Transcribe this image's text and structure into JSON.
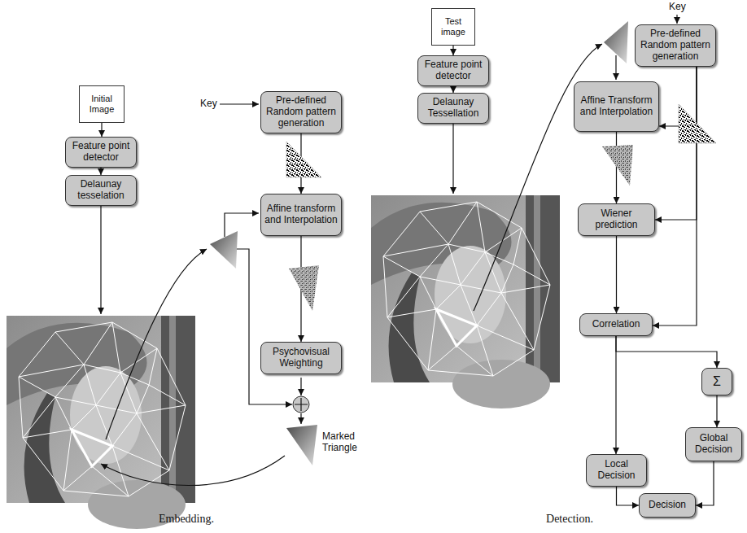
{
  "diagram": {
    "nodes": [
      {
        "text": [
          "Initial Image"
        ]
      },
      {
        "text": [
          "Feature point detector"
        ]
      },
      {
        "text": [
          "Delaunay tesselation"
        ]
      },
      {
        "text": [
          "Pre-defined Random pattern generation"
        ]
      },
      {
        "text": [
          "Affine transform and Interpolation"
        ]
      },
      {
        "text": [
          "Psychovisual Weighting"
        ]
      },
      {
        "text": [
          "Test image"
        ]
      },
      {
        "text": [
          "Feature point detector"
        ]
      },
      {
        "text": [
          "Delaunay Tessellation"
        ]
      },
      {
        "text": [
          "Pre-defined Random pattern generation"
        ]
      },
      {
        "text": [
          "Affine Transform and Interpolation"
        ]
      },
      {
        "text": [
          "Wiener prediction"
        ]
      },
      {
        "text": [
          "Correlation"
        ]
      },
      {
        "text": [
          "Σ"
        ]
      },
      {
        "text": [
          "Local Decision"
        ]
      },
      {
        "text": [
          "Global Decision"
        ]
      },
      {
        "text": [
          "Decision"
        ]
      }
    ],
    "edges": [
      {
        "from": 0,
        "to": 1,
        "arrow": "to"
      },
      {
        "from": 1,
        "to": 2,
        "arrow": "to"
      },
      {
        "from": 3,
        "to": 4,
        "arrow": "to"
      },
      {
        "from": 4,
        "to": 5,
        "arrow": "to"
      },
      {
        "from": 6,
        "to": 7,
        "arrow": "to"
      },
      {
        "from": 7,
        "to": 8,
        "arrow": "to"
      },
      {
        "from": 9,
        "to": 10,
        "arrow": "to"
      },
      {
        "from": 10,
        "to": 11,
        "arrow": "to"
      },
      {
        "from": 9,
        "to": 11,
        "arrow": "to"
      },
      {
        "from": 9,
        "to": 12,
        "arrow": "to"
      },
      {
        "from": 11,
        "to": 12,
        "arrow": "to"
      },
      {
        "from": 12,
        "to": 14,
        "arrow": "to"
      },
      {
        "from": 12,
        "to": 13,
        "arrow": "to"
      },
      {
        "from": 13,
        "to": 15,
        "arrow": "to"
      },
      {
        "from": 14,
        "to": 16,
        "arrow": "to"
      },
      {
        "from": 15,
        "to": 16,
        "arrow": "to"
      }
    ],
    "labels": [
      "Key",
      "Marked Triangle",
      "Embedding.",
      "Key",
      "Detection."
    ]
  }
}
